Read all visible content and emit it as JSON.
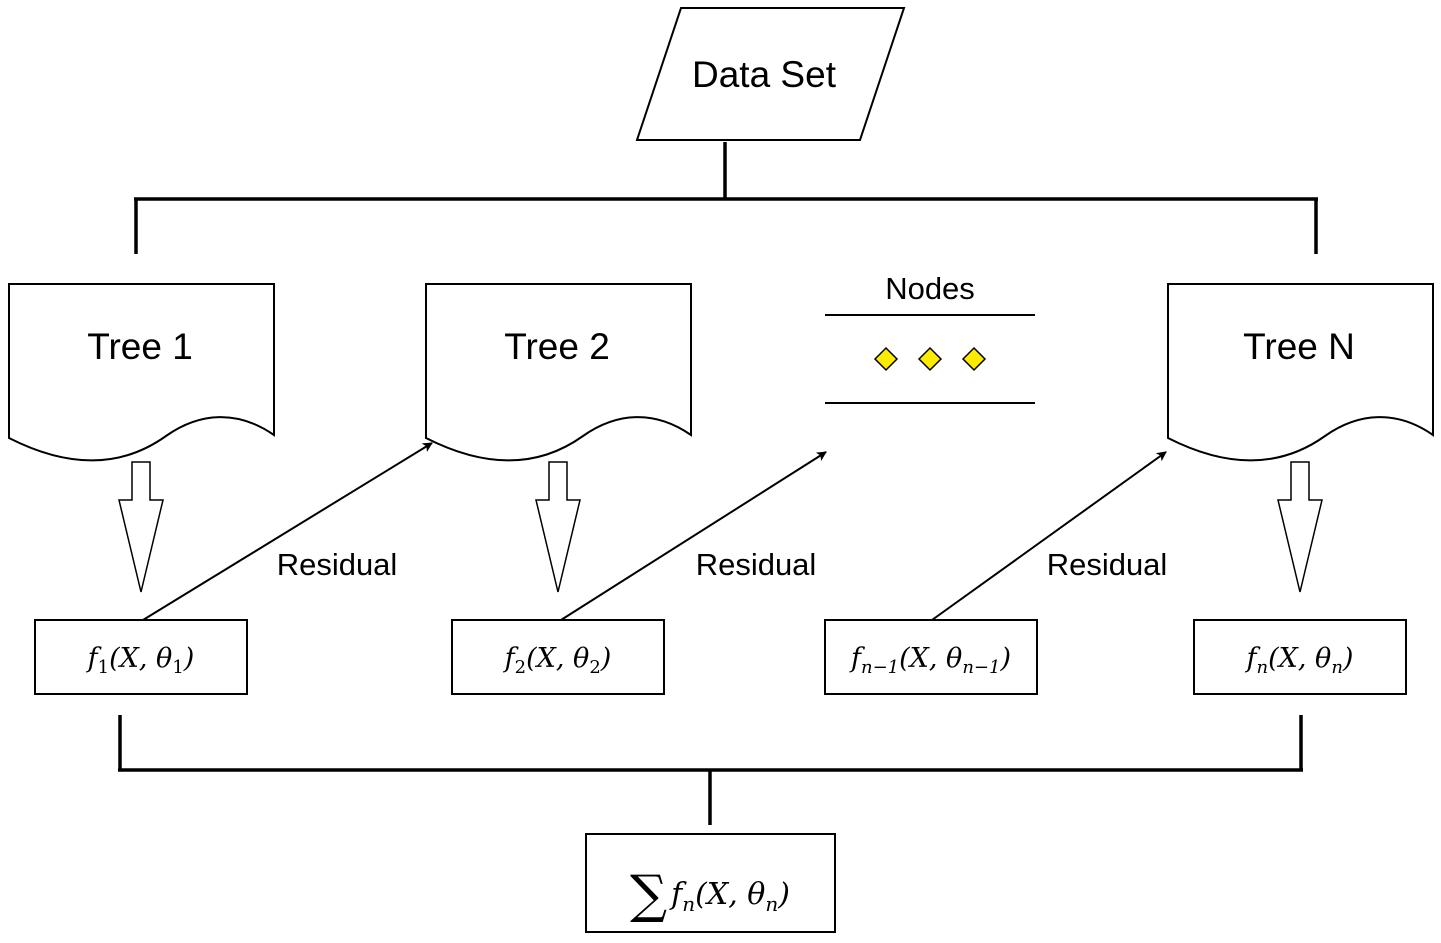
{
  "data_set": {
    "label": "Data Set"
  },
  "trees": [
    {
      "label": "Tree 1"
    },
    {
      "label": "Tree 2"
    },
    {
      "label": "Tree N"
    }
  ],
  "nodes": {
    "label": "Nodes",
    "marker_count": 3,
    "marker_color": "#FFEB00"
  },
  "residual_labels": [
    "Residual",
    "Residual",
    "Residual"
  ],
  "functions": [
    {
      "f": "f",
      "sub": "1",
      "args": "(X, θ",
      "arg_sub": "1",
      "close": ")"
    },
    {
      "f": "f",
      "sub": "2",
      "args": "(X, θ",
      "arg_sub": "2",
      "close": ")"
    },
    {
      "f": "f",
      "sub": "n−1",
      "args": "(X, θ",
      "arg_sub": "n−1",
      "close": ")"
    },
    {
      "f": "f",
      "sub": "n",
      "args": "(X, θ",
      "arg_sub": "n",
      "close": ")"
    }
  ],
  "sum": {
    "symbol": "∑",
    "f": "f",
    "sub": "n",
    "args": "(X, θ",
    "arg_sub": "n",
    "close": ")"
  },
  "colors": {
    "stroke": "#000000",
    "background": "#FFFFFF",
    "marker": "#FFEB00"
  }
}
